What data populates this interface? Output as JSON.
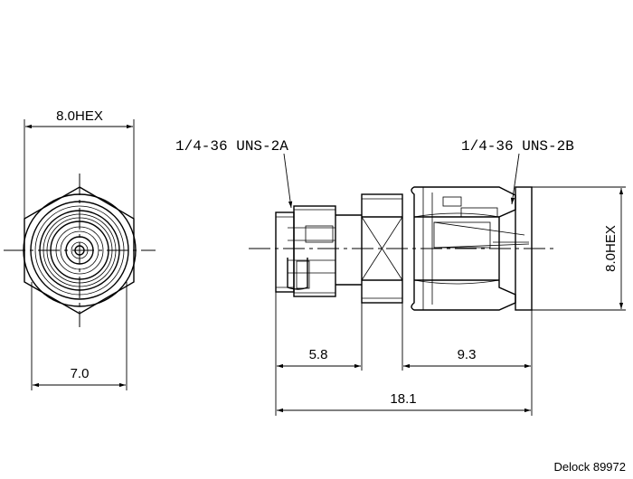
{
  "end_view": {
    "hex_width_label": "8.0HEX",
    "body_diameter_label": "7.0"
  },
  "side_view": {
    "thread_left_label": "1/4-36 UNS-2A",
    "thread_right_label": "1/4-36 UNS-2B",
    "hex_height_label": "8.0HEX",
    "left_length_label": "5.8",
    "right_length_label": "9.3",
    "total_length_label": "18.1"
  },
  "watermark": "Delock 89972"
}
